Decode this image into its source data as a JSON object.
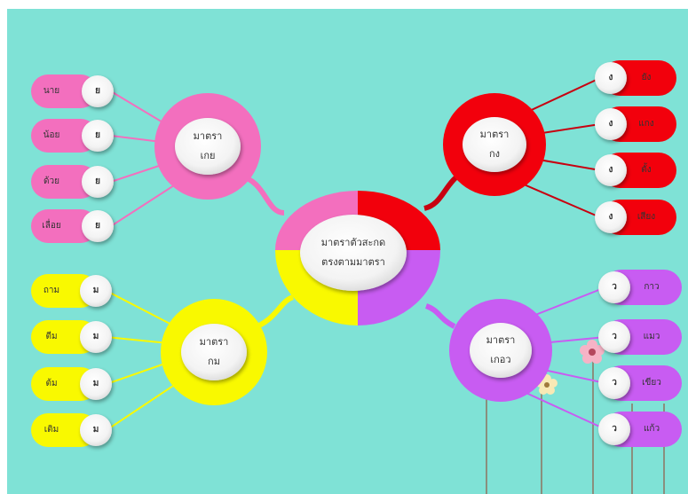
{
  "center": {
    "line1": "มาตราตัวสะกด",
    "line2": "ตรงตามมาตรา"
  },
  "colors": {
    "background": "#7fe2d6",
    "koey": "#f36fbe",
    "kong": "#f2000c",
    "kom": "#f9f900",
    "koew": "#c85cf2"
  },
  "branches": {
    "koey": {
      "line1": "มาตรา",
      "line2": "เกย",
      "items": [
        {
          "word": "นาย",
          "letter": "ย"
        },
        {
          "word": "น้อย",
          "letter": "ย"
        },
        {
          "word": "ด้วย",
          "letter": "ย"
        },
        {
          "word": "เลื่อย",
          "letter": "ย"
        }
      ]
    },
    "kong": {
      "line1": "มาตรา",
      "line2": "กง",
      "items": [
        {
          "word": "ยัง",
          "letter": "ง"
        },
        {
          "word": "แกง",
          "letter": "ง"
        },
        {
          "word": "ตั้ง",
          "letter": "ง"
        },
        {
          "word": "เสียง",
          "letter": "ง"
        }
      ]
    },
    "kom": {
      "line1": "มาตรา",
      "line2": "กม",
      "items": [
        {
          "word": "ถาม",
          "letter": "ม"
        },
        {
          "word": "ตีม",
          "letter": "ม"
        },
        {
          "word": "ต้ม",
          "letter": "ม"
        },
        {
          "word": "เติม",
          "letter": "ม"
        }
      ]
    },
    "koew": {
      "line1": "มาตรา",
      "line2": "เกอว",
      "items": [
        {
          "word": "กาว",
          "letter": "ว"
        },
        {
          "word": "แมว",
          "letter": "ว"
        },
        {
          "word": "เขียว",
          "letter": "ว"
        },
        {
          "word": "แก้ว",
          "letter": "ว"
        }
      ]
    }
  }
}
